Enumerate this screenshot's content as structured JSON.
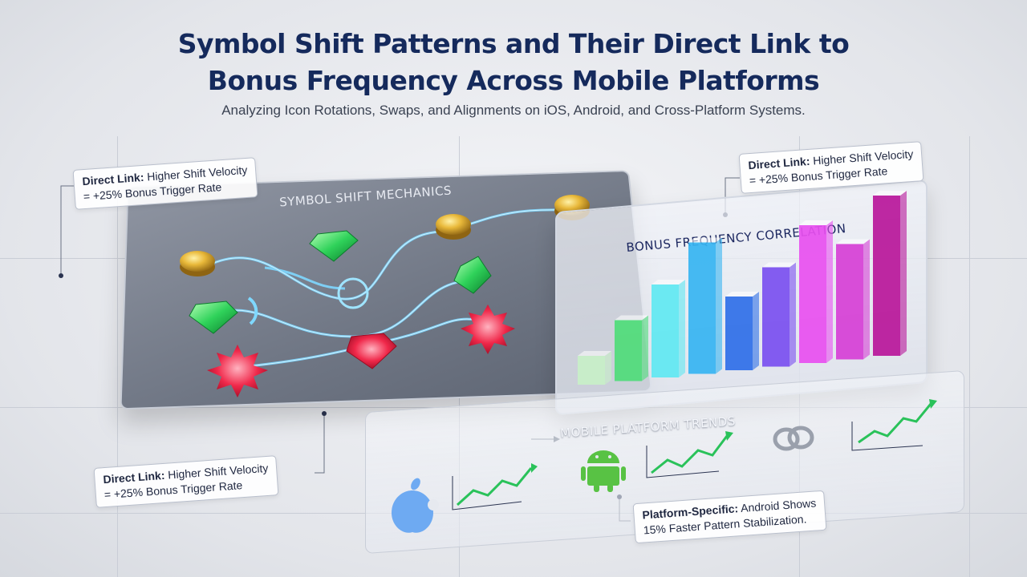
{
  "header": {
    "title_line1": "Symbol Shift Patterns and Their Direct Link to",
    "title_line2": "Bonus Frequency Across Mobile Platforms",
    "subtitle": "Analyzing Icon Rotations, Swaps, and Alignments on iOS, Android, and Cross-Platform Systems."
  },
  "callouts": {
    "top_left": {
      "bold": "Direct Link:",
      "line1": " Higher Shift Velocity",
      "line2": "= +25% Bonus Trigger Rate"
    },
    "top_right": {
      "bold": "Direct Link:",
      "line1": " Higher Shift Velocity",
      "line2": "= +25% Bonus Trigger Rate"
    },
    "bottom_left": {
      "bold": "Direct Link:",
      "line1": " Higher Shift Velocity",
      "line2": "= +25% Bonus Trigger Rate"
    },
    "bottom_right": {
      "bold": "Platform-Specific:",
      "line1": " Android Shows",
      "line2": "15% Faster Pattern Stabilization."
    }
  },
  "panels": {
    "mechanics_label": "Symbol Shift Mechanics",
    "bonus_label": "Bonus Frequency Correlation",
    "trends_label": "Mobile Platform Trends"
  },
  "chart_data": {
    "type": "bar",
    "title": "Bonus Frequency Correlation",
    "categories": [],
    "values": [
      0.18,
      0.38,
      0.58,
      0.82,
      0.46,
      0.62,
      0.86,
      0.72,
      1.0
    ],
    "colors": [
      "#c8f0c8",
      "#4fdc7a",
      "#5fe8f2",
      "#36b4f2",
      "#2f6fe8",
      "#7a4ff0",
      "#e84ff0",
      "#d63fd6",
      "#b8169a"
    ]
  },
  "icons": {
    "gold_coin": "gold-coin-icon",
    "green_gem": "green-gem-icon",
    "red_star": "red-starburst-icon",
    "apple": "apple-logo-icon",
    "android": "android-logo-icon",
    "link": "chain-link-icon"
  }
}
